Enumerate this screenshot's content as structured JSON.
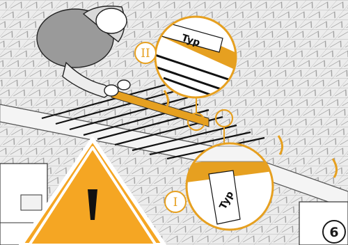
{
  "illustration": {
    "step_number": "6",
    "label_tag_text": "Typ",
    "markers": {
      "upper": "II",
      "lower": "I"
    }
  },
  "colors": {
    "accent": "#e6a020",
    "line": "#1a1a1a",
    "mesh": "#c8c8c8",
    "floor": "#e9e9e9"
  },
  "icons": [
    "warning-triangle-icon",
    "worker-figure",
    "reinforcement-mesh",
    "detail-magnifier-circle"
  ]
}
